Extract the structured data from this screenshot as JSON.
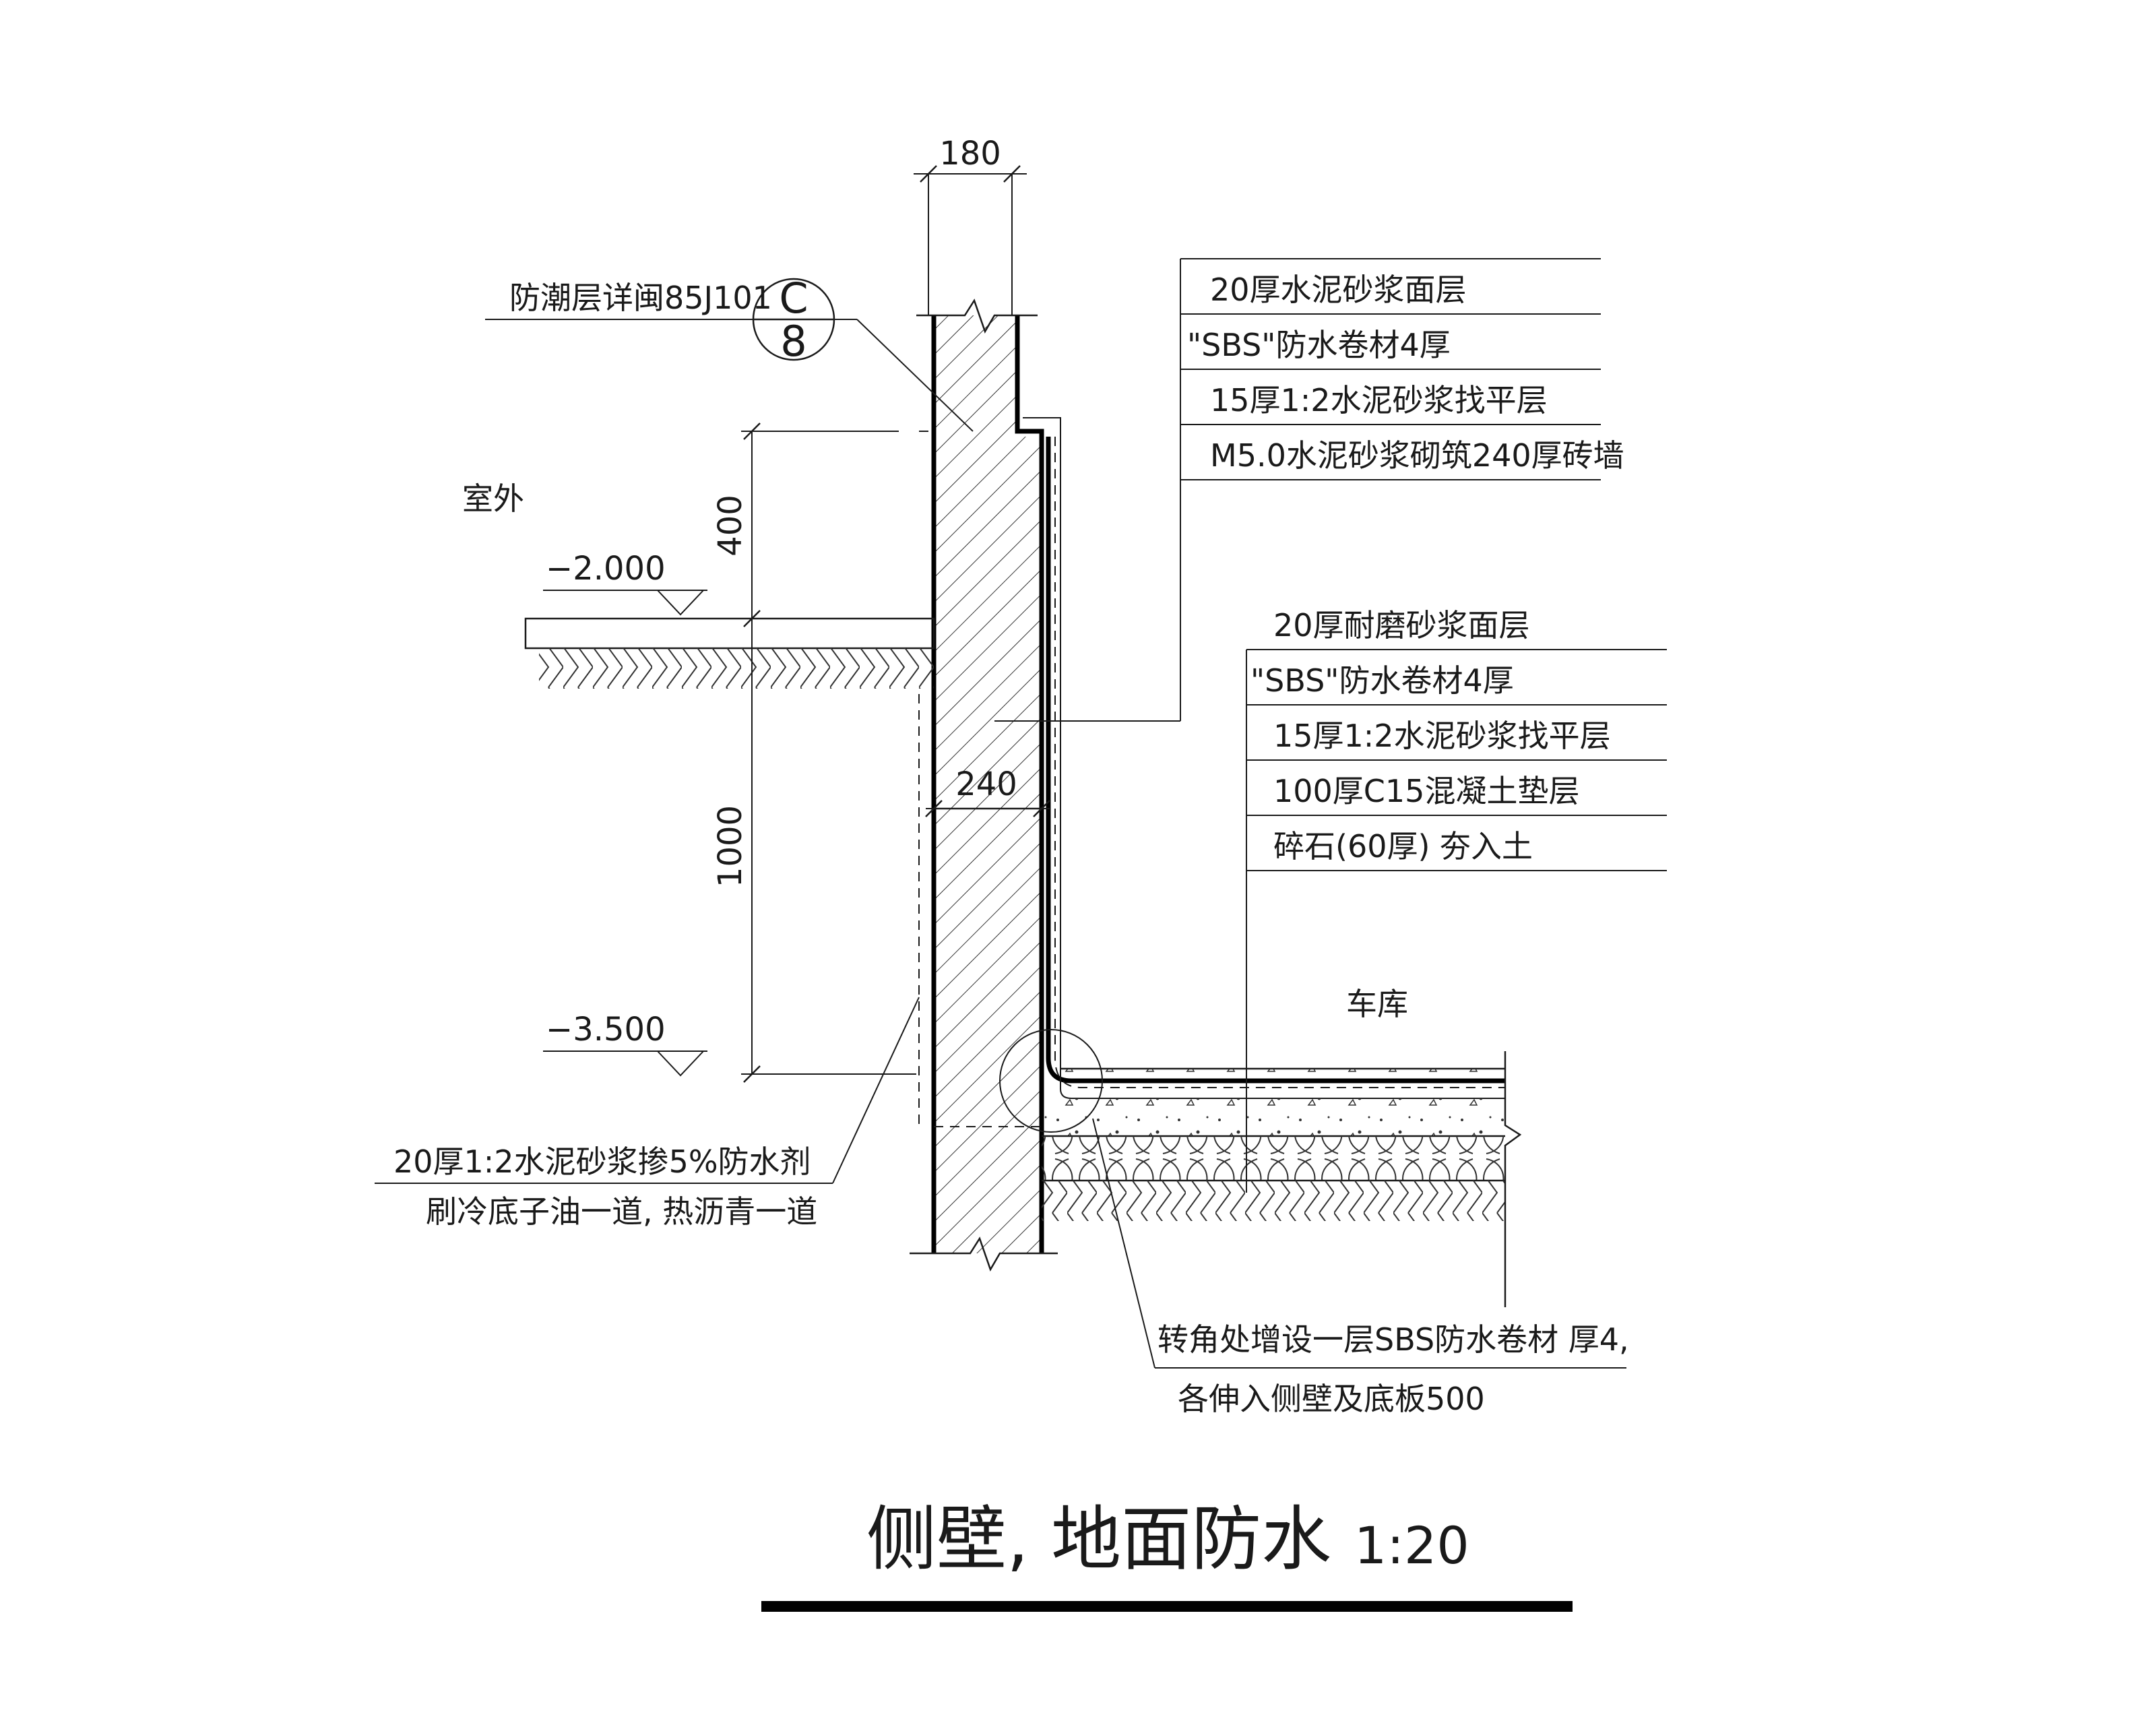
{
  "dimensions": {
    "wall_top": "180",
    "wall_bottom": "240",
    "upper_height": "400",
    "lower_height": "1000"
  },
  "elevations": {
    "ground": "−2.000",
    "floor": "−3.500"
  },
  "labels": {
    "outdoor": "室外",
    "garage": "车库",
    "dpc_note": "防潮层详闽85J101",
    "detail_ref_top": "C",
    "detail_ref_bottom": "8"
  },
  "wall_layers": [
    "20厚水泥砂浆面层",
    "\"SBS\"防水卷材4厚",
    "15厚1:2水泥砂浆找平层",
    "M5.0水泥砂浆砌筑240厚砖墙"
  ],
  "floor_layers": [
    "20厚耐磨砂浆面层",
    "\"SBS\"防水卷材4厚",
    "15厚1:2水泥砂浆找平层",
    "100厚C15混凝土垫层",
    "碎石(60厚) 夯入土"
  ],
  "outer_note": {
    "line1": "20厚1:2水泥砂浆掺5%防水剂",
    "line2": "刷冷底子油一道, 热沥青一道"
  },
  "corner_note": {
    "line1": "转角处增设一层SBS防水卷材 厚4,",
    "line2": "各伸入侧壁及底板500"
  },
  "title": {
    "main": "侧壁, 地面防水",
    "scale": "1:20"
  }
}
